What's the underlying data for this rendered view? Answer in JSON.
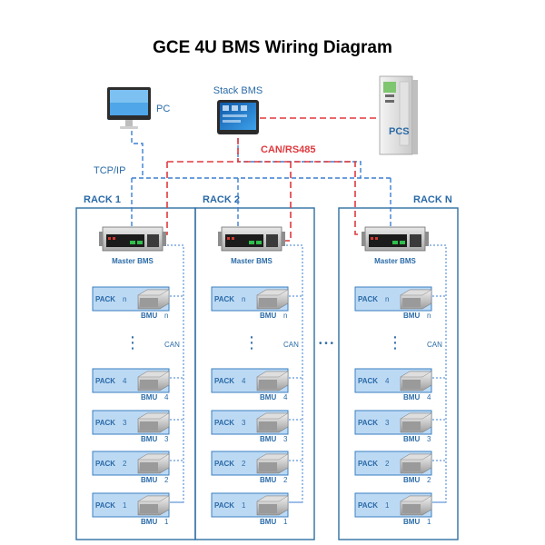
{
  "title": "GCE 4U BMS Wiring Diagram",
  "devices": {
    "pc": "PC",
    "stack_bms": "Stack BMS",
    "pcs": "PCS"
  },
  "links": {
    "can_rs485": "CAN/RS485",
    "tcp_ip": "TCP/IP",
    "can": "CAN",
    "rack_ellipsis": "• • •",
    "pack_ellipsis": "⋮"
  },
  "racks": [
    {
      "label": "RACK 1",
      "master_bms": "Master BMS",
      "packs": [
        {
          "pack": "PACK",
          "num": "n",
          "bmu": "BMU",
          "bmu_num": "n"
        },
        {
          "pack": "PACK",
          "num": "4",
          "bmu": "BMU",
          "bmu_num": "4"
        },
        {
          "pack": "PACK",
          "num": "3",
          "bmu": "BMU",
          "bmu_num": "3"
        },
        {
          "pack": "PACK",
          "num": "2",
          "bmu": "BMU",
          "bmu_num": "2"
        },
        {
          "pack": "PACK",
          "num": "1",
          "bmu": "BMU",
          "bmu_num": "1"
        }
      ]
    },
    {
      "label": "RACK 2",
      "master_bms": "Master BMS",
      "packs": [
        {
          "pack": "PACK",
          "num": "n",
          "bmu": "BMU",
          "bmu_num": "n"
        },
        {
          "pack": "PACK",
          "num": "4",
          "bmu": "BMU",
          "bmu_num": "4"
        },
        {
          "pack": "PACK",
          "num": "3",
          "bmu": "BMU",
          "bmu_num": "3"
        },
        {
          "pack": "PACK",
          "num": "2",
          "bmu": "BMU",
          "bmu_num": "2"
        },
        {
          "pack": "PACK",
          "num": "1",
          "bmu": "BMU",
          "bmu_num": "1"
        }
      ]
    },
    {
      "label": "RACK N",
      "master_bms": "Master BMS",
      "packs": [
        {
          "pack": "PACK",
          "num": "n",
          "bmu": "BMU",
          "bmu_num": "n"
        },
        {
          "pack": "PACK",
          "num": "4",
          "bmu": "BMU",
          "bmu_num": "4"
        },
        {
          "pack": "PACK",
          "num": "3",
          "bmu": "BMU",
          "bmu_num": "3"
        },
        {
          "pack": "PACK",
          "num": "2",
          "bmu": "BMU",
          "bmu_num": "2"
        },
        {
          "pack": "PACK",
          "num": "1",
          "bmu": "BMU",
          "bmu_num": "1"
        }
      ]
    }
  ],
  "colors": {
    "rack_border": "#2f6fa3",
    "pack_fill": "#bcd9f4",
    "pack_border": "#3a7fc1",
    "label_blue": "#2a6aa7",
    "dashed_blue": "#3b7fd0",
    "dashed_red": "#e0393e",
    "can_text": "#e0393e"
  }
}
